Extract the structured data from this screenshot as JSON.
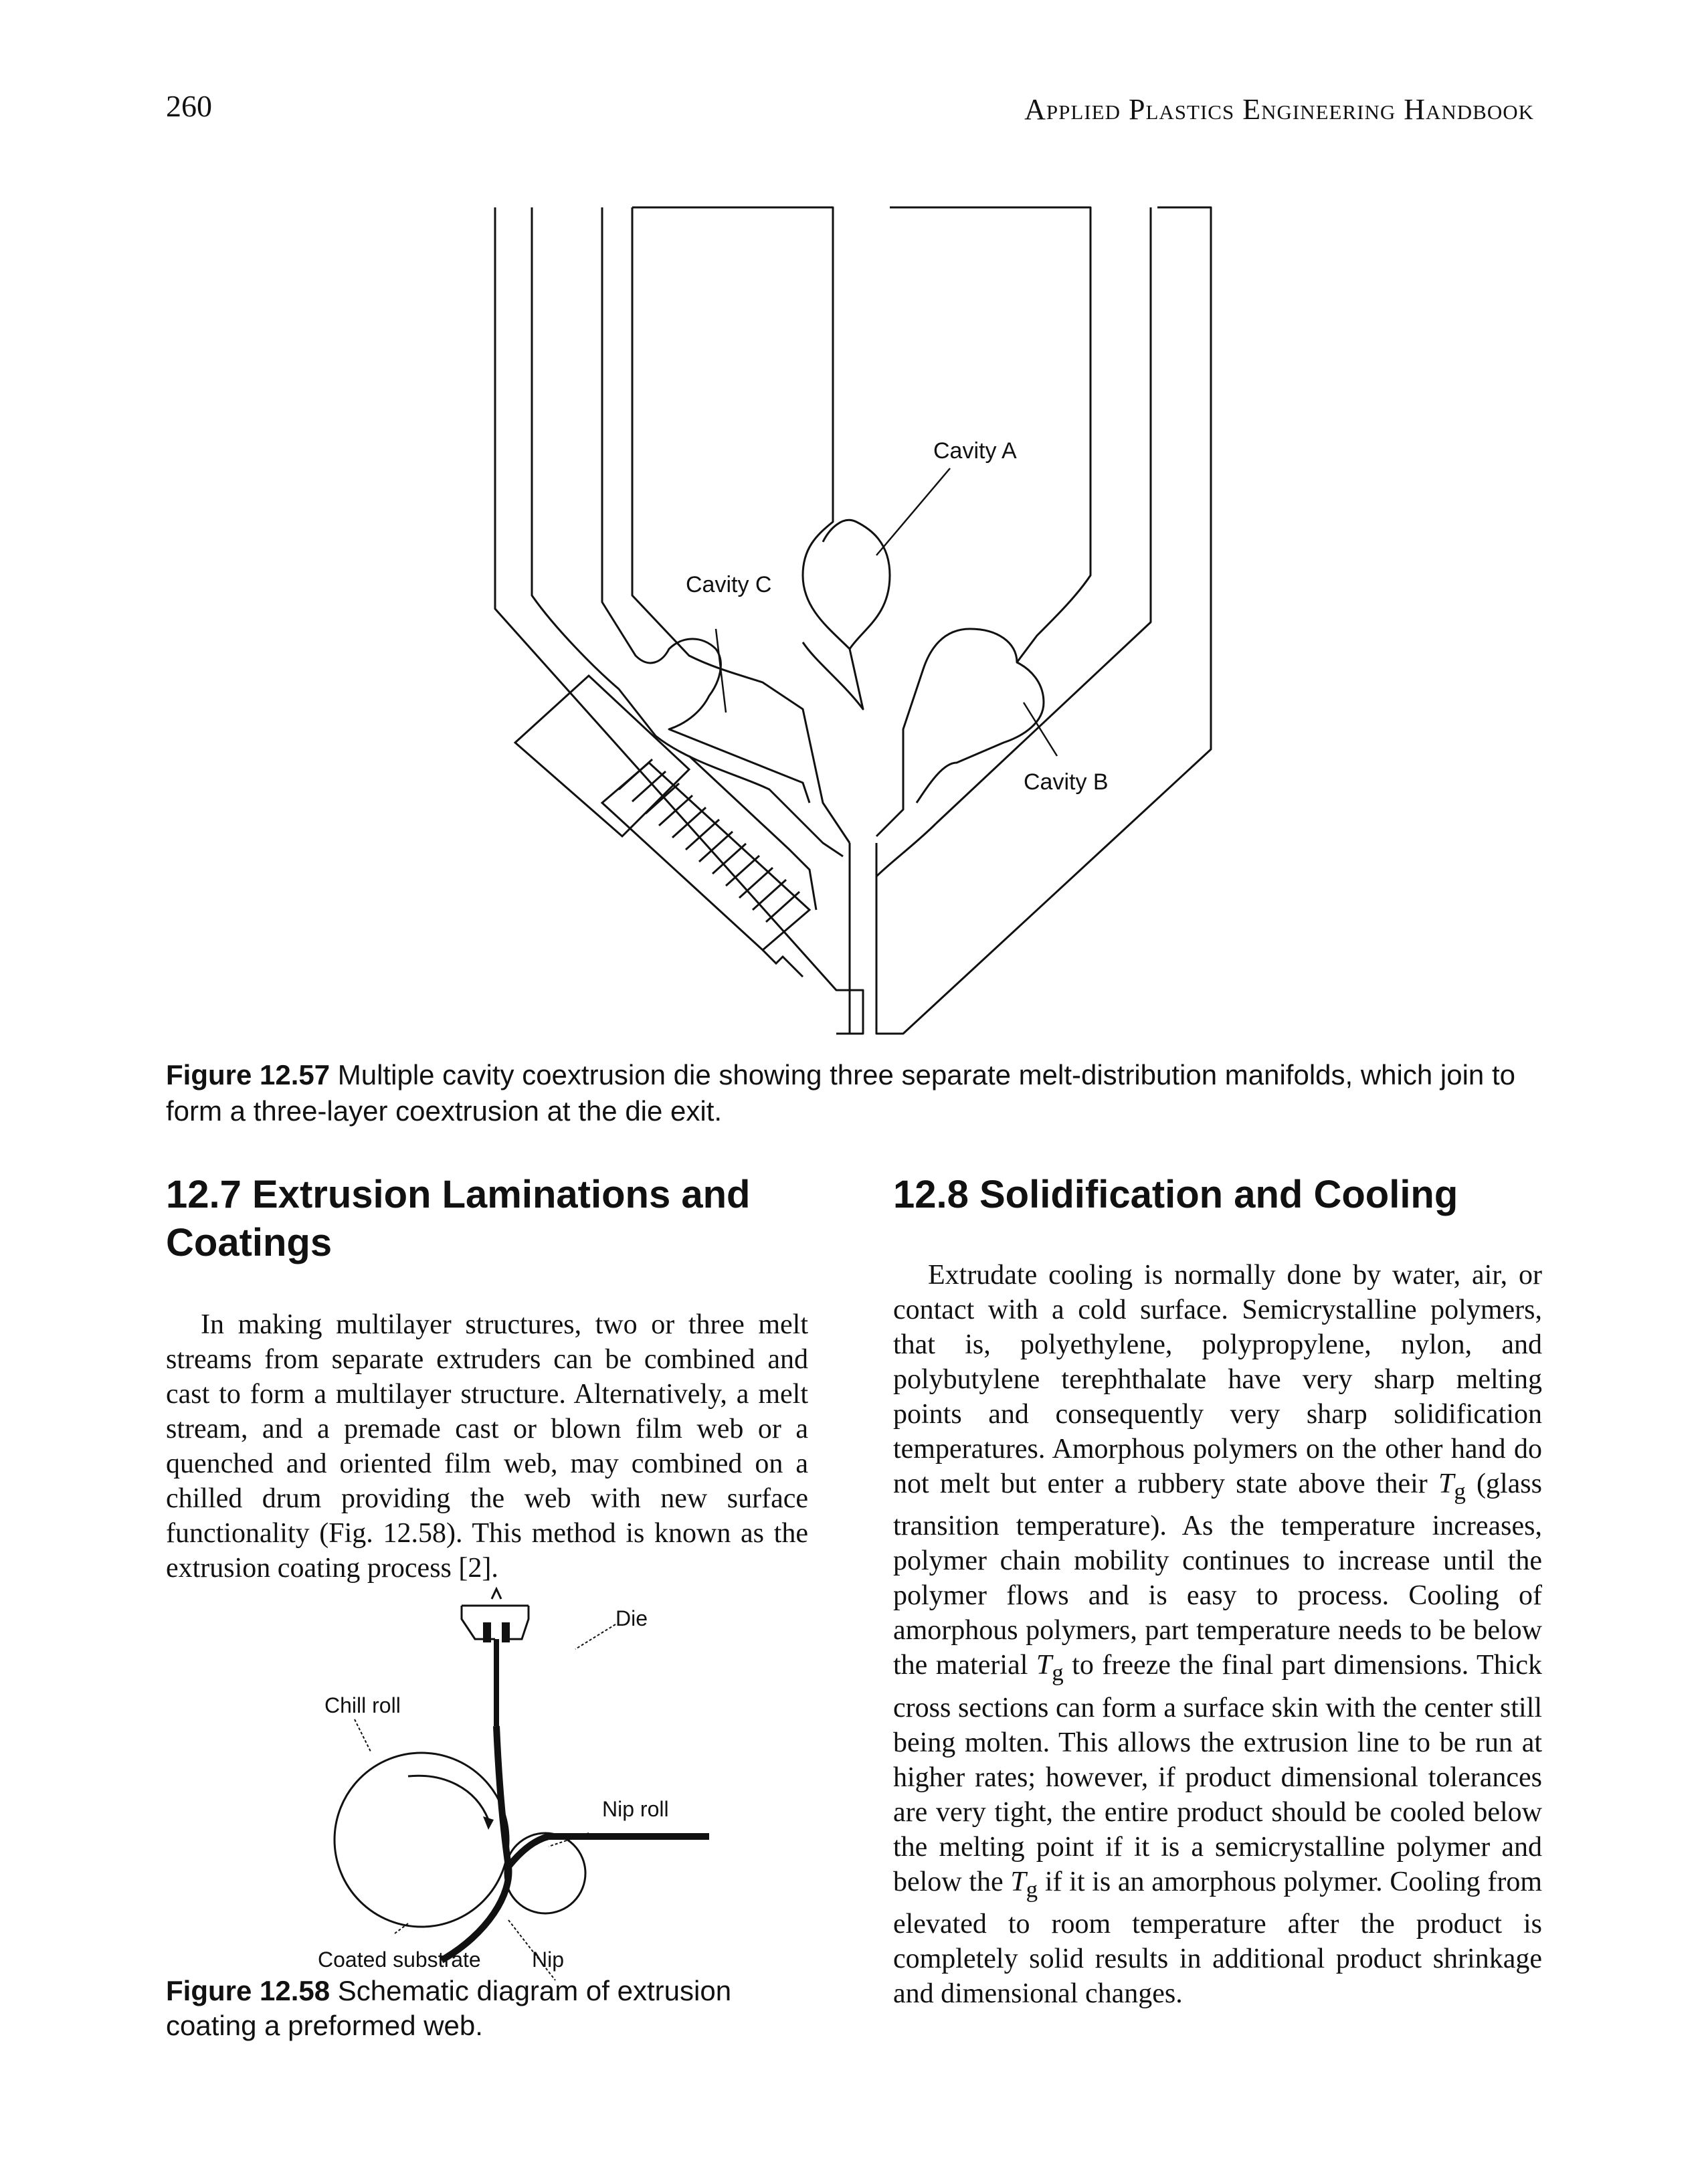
{
  "header": {
    "page_number": "260",
    "running_head": "Applied Plastics Engineering Handbook"
  },
  "figure_57": {
    "labels": {
      "cavity_a": "Cavity A",
      "cavity_b": "Cavity B",
      "cavity_c": "Cavity C"
    },
    "caption_label": "Figure 12.57",
    "caption_text": "Multiple cavity coextrusion die showing three separate melt-distribution manifolds, which join to form a three-layer coextrusion at the die exit."
  },
  "section_12_7": {
    "heading": "12.7 Extrusion Laminations and Coatings",
    "paragraph": "In making multilayer structures, two or three melt streams from separate extruders can be combined and cast to form a multilayer structure. Alternatively, a melt stream, and a premade cast or blown film web or a quenched and oriented film web, may combined on a chilled drum providing the web with new surface functionality (Fig. 12.58). This method is known as the extrusion coating process [2]."
  },
  "figure_58": {
    "labels": {
      "die": "Die",
      "chill_roll": "Chill roll",
      "nip_roll": "Nip roll",
      "coated_substrate": "Coated substrate",
      "nip": "Nip"
    },
    "caption_label": "Figure 12.58",
    "caption_text": "Schematic diagram of extrusion coating a preformed web."
  },
  "section_12_8": {
    "heading": "12.8 Solidification and Cooling",
    "p1": "Extrudate cooling is normally done by water, air, or contact with a cold surface. Semicrystalline polymers, that is, polyethylene, polypropylene, nylon, and polybutylene terephthalate have very sharp melting points and consequently very sharp solidification temperatures. Amorphous polymers on the other hand do not melt but enter a rubbery state above their ",
    "tg1_symbol": "T",
    "tg1_sub": "g",
    "p2": " (glass transition temperature). As the temperature increases, polymer chain mobility continues to increase until the polymer flows and is easy to process. Cooling of amorphous polymers, part temperature needs to be below the material ",
    "tg2_symbol": "T",
    "tg2_sub": "g",
    "p3": " to freeze the final part dimensions. Thick cross sections can form a surface skin with the center still being molten. This allows the extrusion line to be run at higher rates; however, if product dimensional tolerances are very tight, the entire product should be cooled below the melting point if it is a semicrystalline polymer and below the ",
    "tg3_symbol": "T",
    "tg3_sub": "g",
    "p4": " if it is an amorphous polymer. Cooling from elevated to room temperature after the product is completely solid results in additional product shrinkage and dimensional changes."
  }
}
